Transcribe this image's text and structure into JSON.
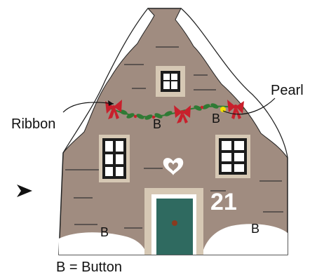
{
  "labels": {
    "ribbon": "Ribbon",
    "pearl": "Pearl",
    "button_marker": "B",
    "house_number": "21",
    "legend": "B = Button"
  },
  "icons": {
    "heart": "heart-icon",
    "pointer": "arrow-pointer-icon",
    "door_knob": "door-knob-icon"
  },
  "colors": {
    "wall": "#a08c80",
    "snow": "#ffffff",
    "outline": "#222222",
    "window_frame": "#d6c8b4",
    "window_pane": "#ffffff",
    "window_dark": "#1c1c1c",
    "door": "#2f6a60",
    "door_frame": "#d6c8b4",
    "knob": "#8a3a1e",
    "ribbon_red": "#c8202c",
    "ribbon_green": "#2f7a34",
    "pearl_yellow": "#f2e000",
    "text": "#111111"
  }
}
